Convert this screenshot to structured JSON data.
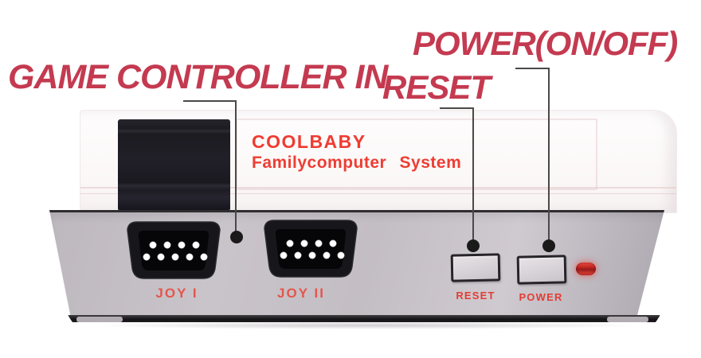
{
  "annotations": {
    "game_controller_in": "GAME CONTROLLER IN",
    "power_on_off": "POWER(ON/OFF)",
    "reset": "RESET"
  },
  "console": {
    "brand": "COOLBABY",
    "subtitle": "Familycomputer System",
    "ports": [
      {
        "label": "JOY I"
      },
      {
        "label": "JOY II"
      }
    ],
    "buttons": [
      {
        "label": "RESET"
      },
      {
        "label": "POWER"
      }
    ],
    "led": "power-led-on"
  },
  "colors": {
    "annotation_red": "#c43a50",
    "brand_red": "#ef3b31",
    "label_red": "#e4564b",
    "led_red": "#e23a31",
    "face_grey": "#c3bec4",
    "cartridge_black": "#1d1c23",
    "callout_line": "#4b4947"
  }
}
